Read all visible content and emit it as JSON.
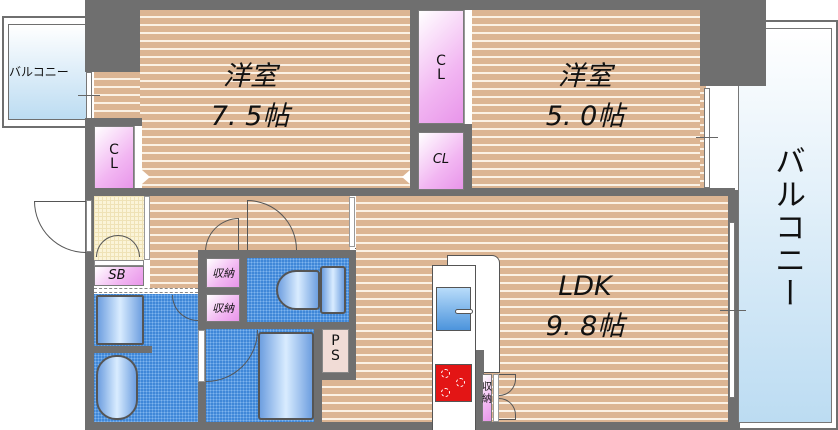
{
  "floor_plan": {
    "rooms": [
      {
        "id": "western-room-1",
        "name": "洋室",
        "size": "7. 5帖"
      },
      {
        "id": "western-room-2",
        "name": "洋室",
        "size": "5. 0帖"
      },
      {
        "id": "ldk",
        "name": "LDK",
        "size": "9. 8帖"
      }
    ],
    "balconies": [
      {
        "id": "balcony-left",
        "label": "バルコニー"
      },
      {
        "id": "balcony-right",
        "label": "バルコニー"
      }
    ],
    "storage": {
      "closet_room1": "C\nL",
      "closet_room2_upper": "C\nL",
      "closet_room2_lower": "CL",
      "shoe_box": "SB",
      "storage_1": "収納",
      "storage_2": "収納",
      "storage_kitchen": "収\n納",
      "pipe_space": "P\nS"
    },
    "colors": {
      "wall": "#6f6f6f",
      "floor_wood": "#dcb593",
      "wet_area": "#3f87d8",
      "closet": "#f2b6f2",
      "balcony": "#bcdcf2",
      "stove": "#e31515"
    }
  }
}
